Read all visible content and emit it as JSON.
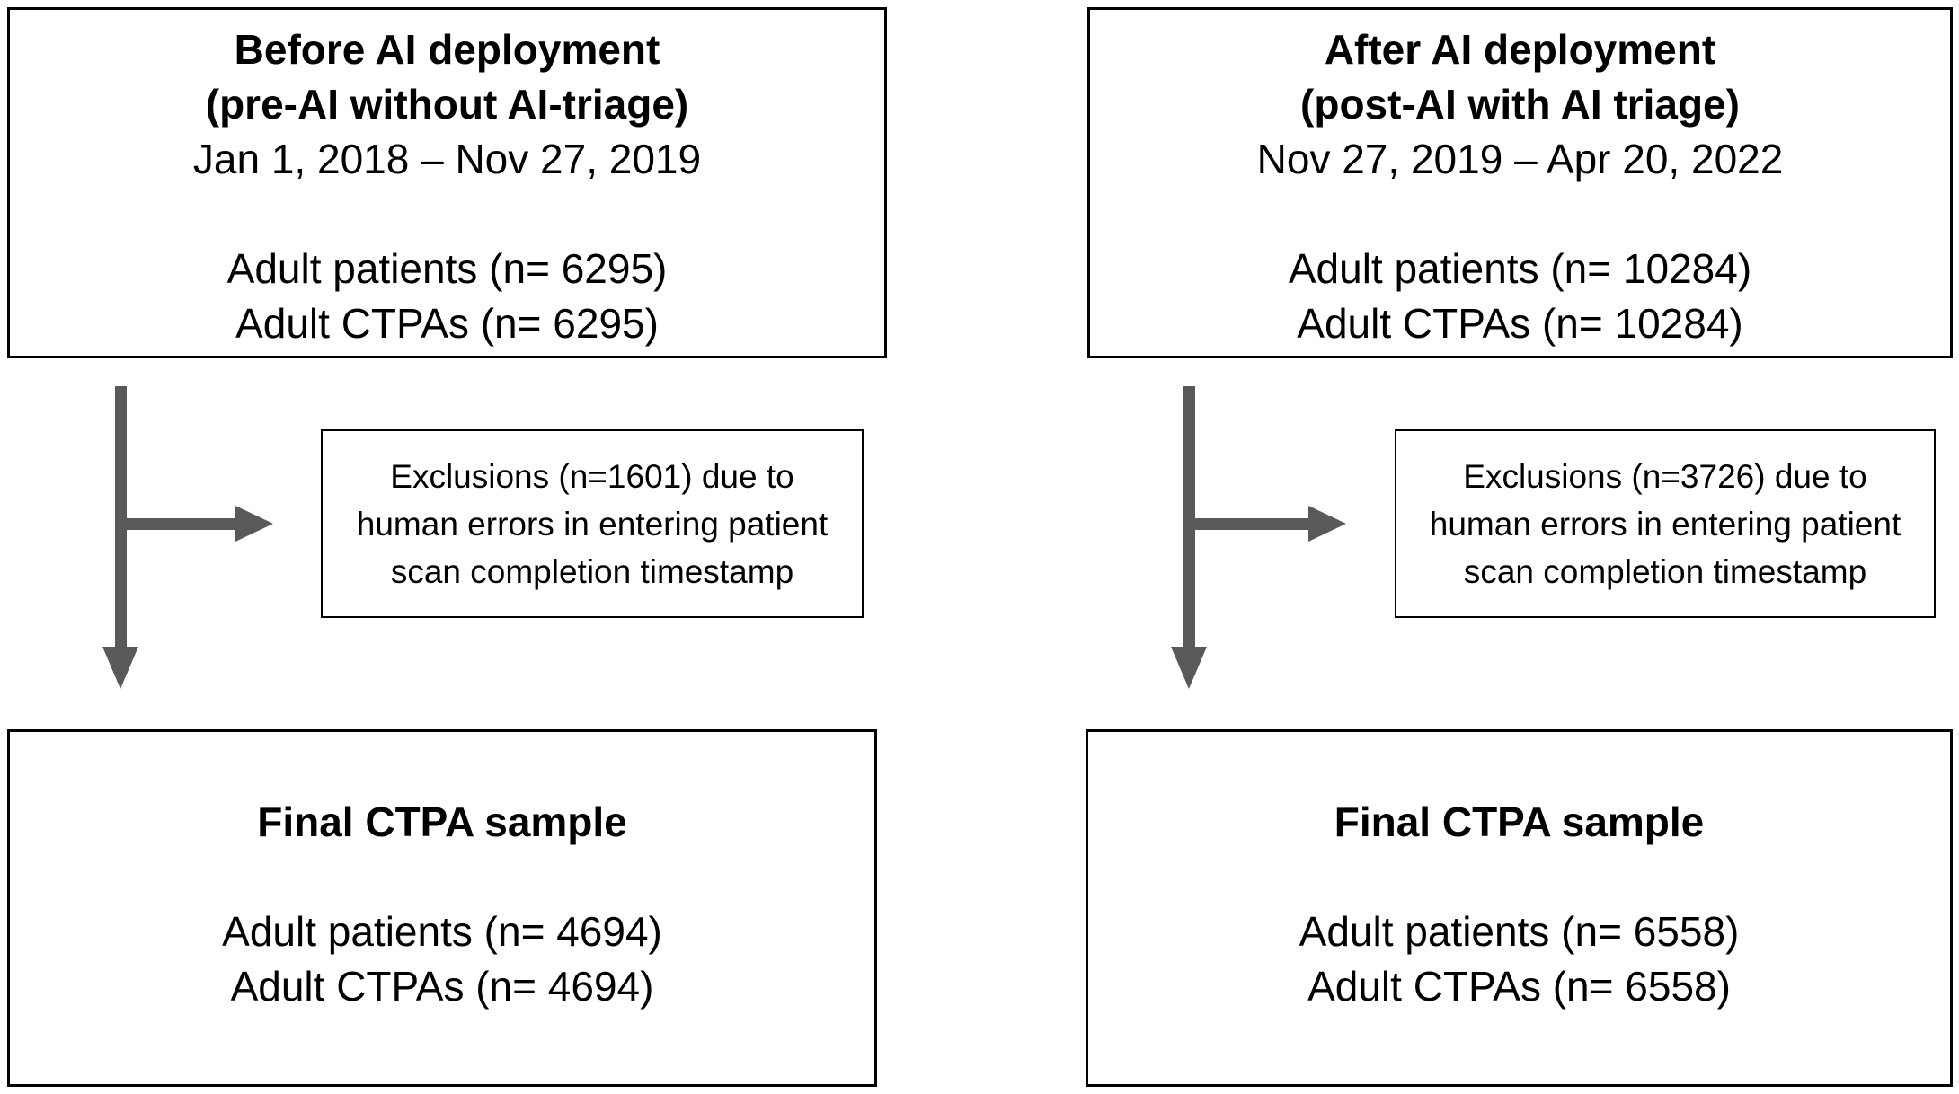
{
  "colors": {
    "background": "#ffffff",
    "border": "#000000",
    "text": "#000000",
    "arrow": "#595959"
  },
  "columns": [
    {
      "id": "pre-ai",
      "top_box": {
        "title_line1": "Before AI deployment",
        "title_line2": "(pre-AI without AI-triage)",
        "date_range": "Jan 1, 2018 – Nov 27, 2019",
        "patients": "Adult patients (n= 6295)",
        "ctpas": "Adult CTPAs (n= 6295)"
      },
      "exclusion_box": {
        "line1": "Exclusions (n=1601) due to",
        "line2": "human errors in entering patient",
        "line3": "scan completion timestamp"
      },
      "final_box": {
        "title": "Final CTPA sample",
        "patients": "Adult patients (n= 4694)",
        "ctpas": "Adult CTPAs (n= 4694)"
      }
    },
    {
      "id": "post-ai",
      "top_box": {
        "title_line1": "After AI deployment",
        "title_line2": "(post-AI with AI triage)",
        "date_range": "Nov 27, 2019 – Apr 20, 2022",
        "patients": "Adult patients (n= 10284)",
        "ctpas": "Adult CTPAs (n= 10284)"
      },
      "exclusion_box": {
        "line1": "Exclusions (n=3726) due to",
        "line2": "human errors in entering patient",
        "line3": "scan completion timestamp"
      },
      "final_box": {
        "title": "Final CTPA sample",
        "patients": "Adult patients (n= 6558)",
        "ctpas": "Adult CTPAs (n= 6558)"
      }
    }
  ]
}
